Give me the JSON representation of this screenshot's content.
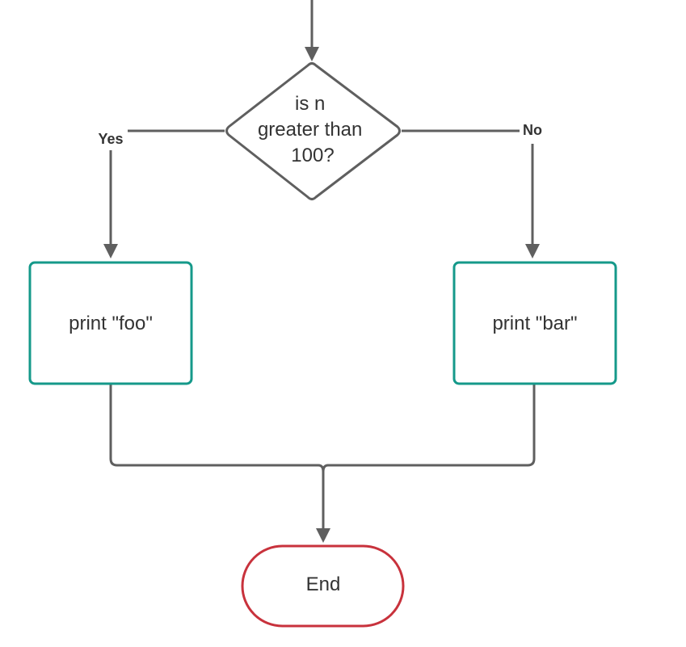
{
  "diagram": {
    "type": "flowchart",
    "nodes": {
      "decision": {
        "shape": "diamond",
        "lines": [
          "is n",
          "greater than",
          "100?"
        ]
      },
      "process_left": {
        "shape": "rectangle",
        "label": "print \"foo\""
      },
      "process_right": {
        "shape": "rectangle",
        "label": "print \"bar\""
      },
      "terminal": {
        "shape": "stadium",
        "label": "End"
      }
    },
    "edges": {
      "incoming": {
        "from": "",
        "to": "decision",
        "label": ""
      },
      "yes": {
        "from": "decision",
        "to": "process_left",
        "label": "Yes"
      },
      "no": {
        "from": "decision",
        "to": "process_right",
        "label": "No"
      },
      "left_to_end": {
        "from": "process_left",
        "to": "terminal",
        "label": ""
      },
      "right_to_end": {
        "from": "process_right",
        "to": "terminal",
        "label": ""
      }
    },
    "colors": {
      "connector": "#5f5f5f",
      "process_border": "#15998a",
      "terminal_border": "#c8323c",
      "text": "#333333"
    }
  }
}
